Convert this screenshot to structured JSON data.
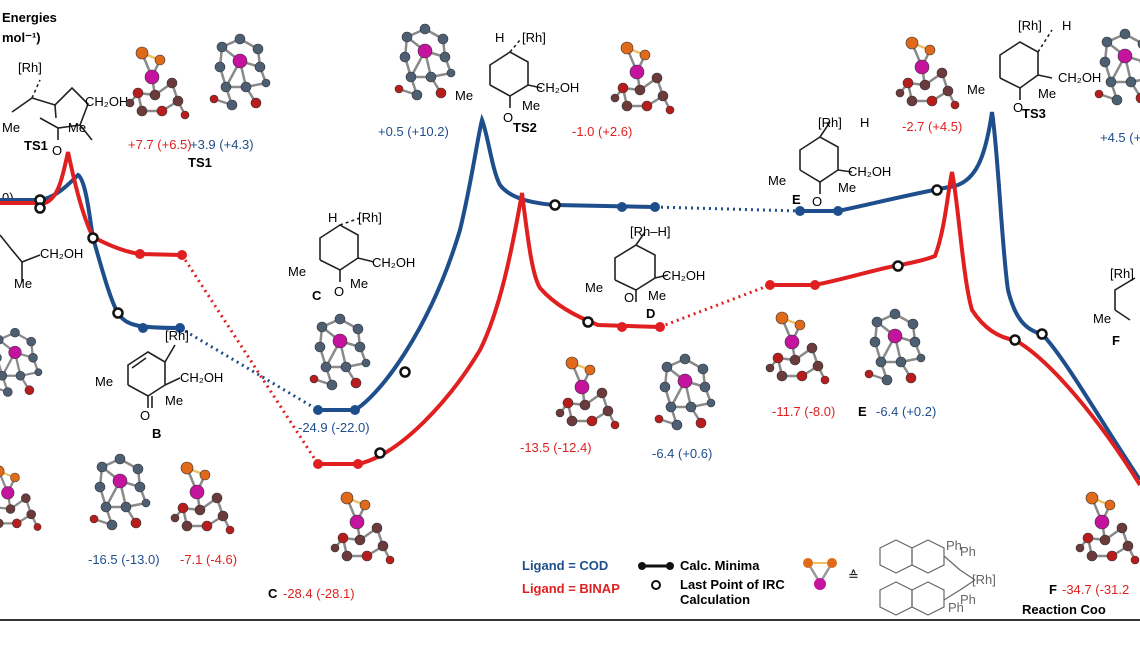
{
  "title": {
    "line1": "Energies",
    "line2": "mol⁻¹)"
  },
  "colors": {
    "cod": "#1f4e8c",
    "binap": "#e02020",
    "rh": "#c4139c",
    "p": "#e06a1a",
    "c": "#4d5f73",
    "o": "#b81d1d"
  },
  "labels": {
    "ts1": "TS1",
    "ts1_mol": "TS1",
    "ts2": "TS2",
    "ts3": "TS3",
    "b": "B",
    "c_struct": "C",
    "c_mol": "C",
    "d": "D",
    "e_struct": "E",
    "e_mol": "E",
    "f_struct": "F",
    "f_mol": "F",
    "rh": "[Rh]",
    "rh_h_d": "[Rh–H]",
    "h": "H",
    "ch2oh": "CH₂OH",
    "me": "Me",
    "o": "O",
    "left_edge_value": "0)"
  },
  "energies": {
    "ts1_binap": "+7.7 (+6.5)",
    "ts1_cod": "+3.9 (+4.3)",
    "ts2_cod": "+0.5 (+10.2)",
    "ts2_binap": "-1.0 (+2.6)",
    "ts3_binap": "-2.7 (+4.5)",
    "ts3_cod": "+4.5 (+",
    "b_cod": "-16.5 (-13.0)",
    "b_binap": "-7.1 (-4.6)",
    "c_cod": "-24.9 (-22.0)",
    "c_binap": "-28.4 (-28.1)",
    "d_binap": "-13.5 (-12.4)",
    "d_cod": "-6.4 (+0.6)",
    "e_binap": "-11.7 (-8.0)",
    "e_cod": "-6.4 (+0.2)",
    "f_binap": "-34.7 (-31.2"
  },
  "legend": {
    "ligand_cod": "Ligand = COD",
    "ligand_binap": "Ligand = BINAP",
    "calc_minima": "Calc. Minima",
    "last_point_line1": "Last Point of IRC",
    "last_point_line2": "Calculation",
    "approx": "≙",
    "ph": "Ph"
  },
  "axis": {
    "x_label": "Reaction Coo"
  }
}
